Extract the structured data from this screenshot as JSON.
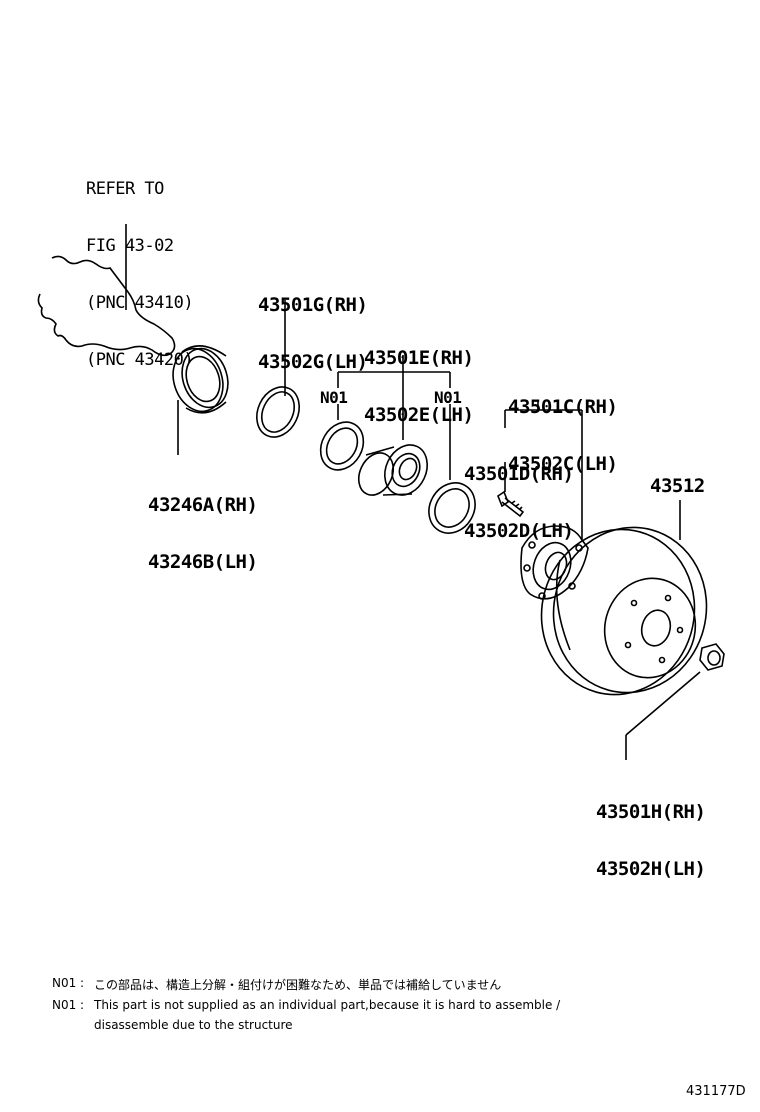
{
  "refer": {
    "l1": "REFER TO",
    "l2": "FIG 43-02",
    "l3": "(PNC 43410)",
    "l4": "(PNC 43420)"
  },
  "parts": {
    "p43501G": {
      "rh": "43501G(RH)",
      "lh": "43502G(LH)"
    },
    "p43501E": {
      "rh": "43501E(RH)",
      "lh": "43502E(LH)"
    },
    "p43501C": {
      "rh": "43501C(RH)",
      "lh": "43502C(LH)"
    },
    "p43501D": {
      "rh": "43501D(RH)",
      "lh": "43502D(LH)"
    },
    "p43246": {
      "rh": "43246A(RH)",
      "lh": "43246B(LH)"
    },
    "p43512": {
      "label": "43512"
    },
    "p43501H": {
      "rh": "43501H(RH)",
      "lh": "43502H(LH)"
    },
    "n01_left": "N01",
    "n01_right": "N01"
  },
  "notes": {
    "jp_marker": "N01 :",
    "jp_text": "この部品は、構造上分解・組付けが困難なため、単品では補給していません",
    "en_marker": "N01 :",
    "en_text1": "This part is not supplied as an individual part,because it is hard to assemble /",
    "en_text2": "disassemble due to the structure"
  },
  "figure_code": "431177D"
}
